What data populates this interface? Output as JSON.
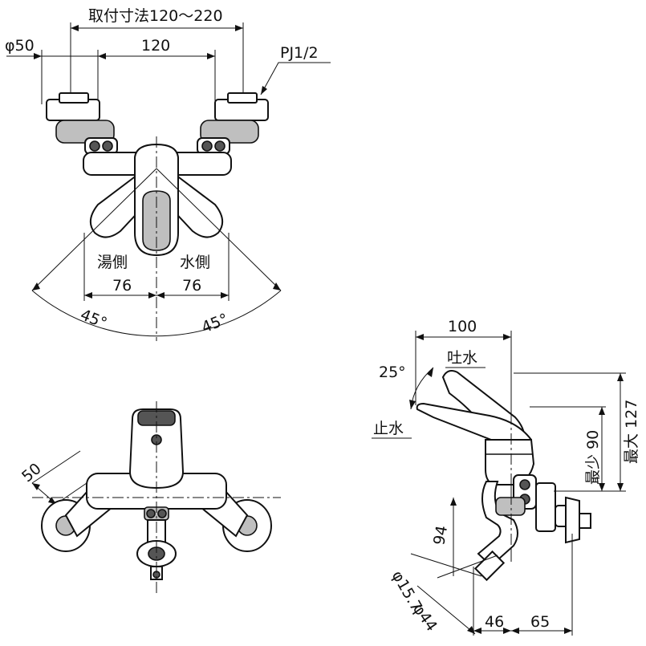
{
  "front_view": {
    "mount_range": "取付寸法120～220",
    "pipe_diameter": "φ50",
    "center_spacing": "120",
    "thread": "PJ1/2",
    "hot_side": "湯側",
    "cold_side": "水側",
    "left_offset": "76",
    "right_offset": "76",
    "left_angle": "45°",
    "right_angle": "45°"
  },
  "bottom_view": {
    "size": "50"
  },
  "side_view": {
    "reach": "100",
    "spout_label": "吐水",
    "lever_angle": "25°",
    "stop_label": "止水",
    "min_height": "最少 90",
    "max_height": "最大 127",
    "offset_94": "94",
    "outlet_diameter": "φ15.7",
    "nut_diameter": "φ44",
    "depth_46": "46",
    "depth_65": "65"
  }
}
